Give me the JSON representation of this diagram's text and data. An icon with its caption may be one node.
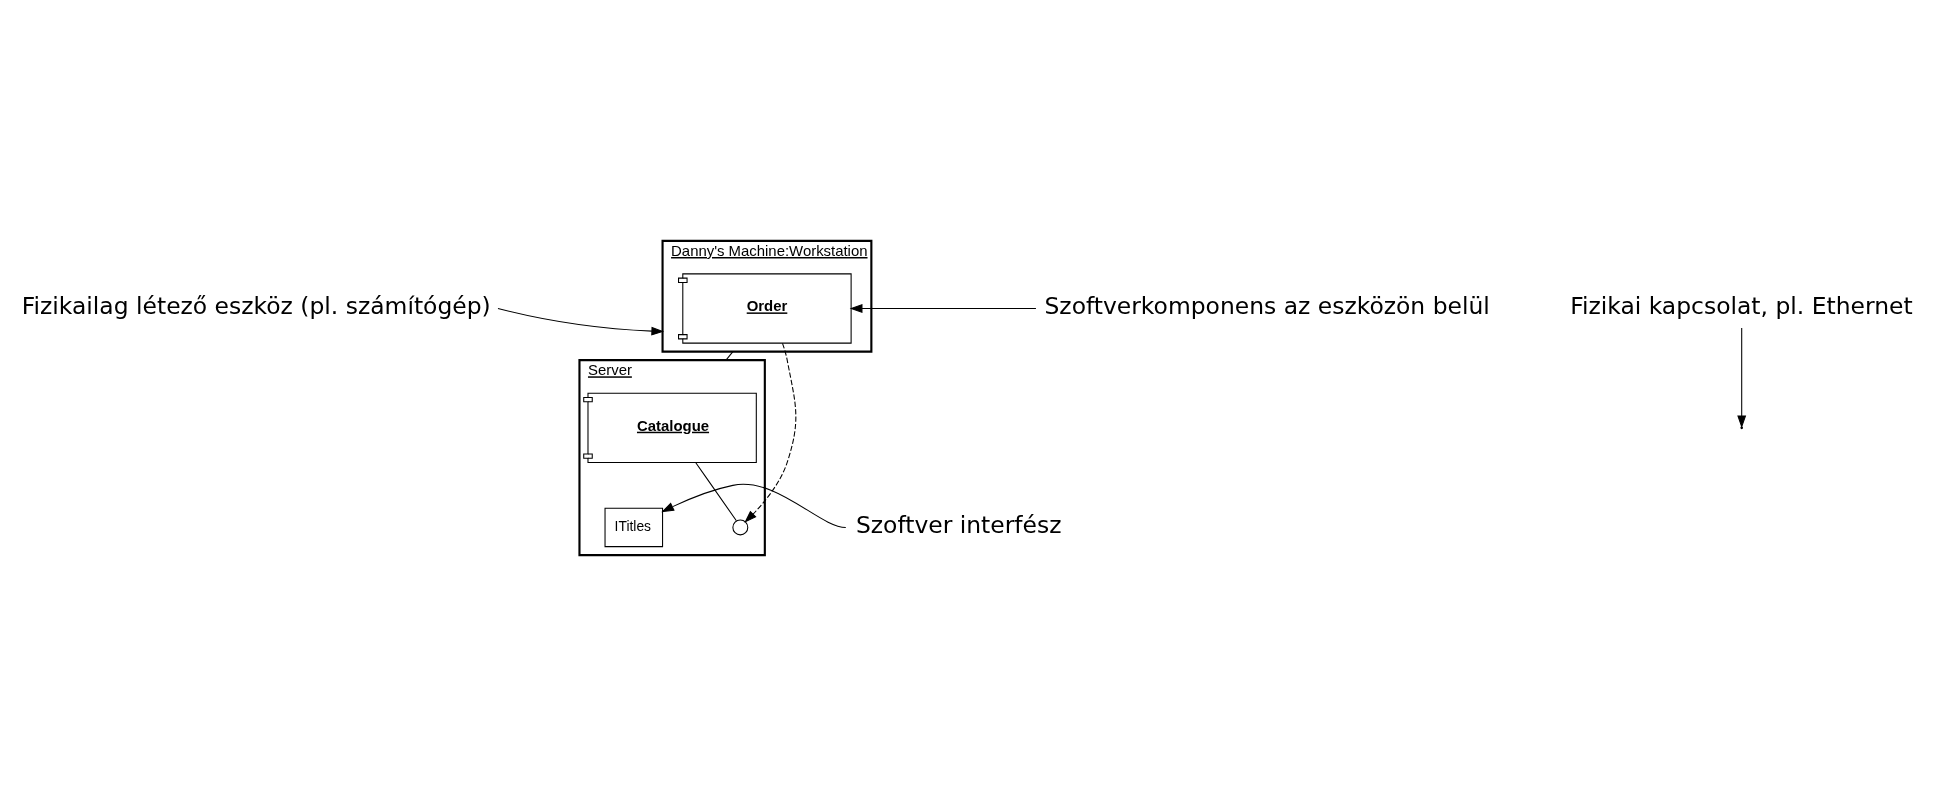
{
  "diagram": {
    "nodes": [
      {
        "text": [
          "Danny's Machine:Workstation"
        ]
      },
      {
        "text": [
          "Order"
        ],
        "in": 0
      },
      {
        "text": [
          "Server"
        ]
      },
      {
        "text": [
          "Catalogue"
        ],
        "in": 2
      },
      {
        "text": [],
        "shape": "circle",
        "in": 2
      },
      {
        "text": [
          "ITitles"
        ],
        "in": 2
      },
      {
        "text": [
          "Fizikailag létező eszköz (pl. számítógép)"
        ]
      },
      {
        "text": [
          "Szoftverkomponens az eszközön belül"
        ]
      },
      {
        "text": [
          "Fizikai kapcsolat, pl. Ethernet"
        ]
      },
      {
        "text": [
          "Szoftver interfész"
        ]
      }
    ],
    "edges": [
      {
        "from": 0,
        "to": 2,
        "arrow": "none"
      },
      {
        "from": 3,
        "to": 4,
        "arrow": "none"
      },
      {
        "from": 1,
        "to": 4,
        "arrow": "to",
        "style": "dashed"
      },
      {
        "from": 6,
        "to": 0,
        "arrow": "to"
      },
      {
        "from": 7,
        "to": 1,
        "arrow": "to"
      },
      {
        "from": 8,
        "to": null,
        "arrow": "to"
      },
      {
        "from": 9,
        "to": 5,
        "arrow": "to"
      }
    ]
  }
}
